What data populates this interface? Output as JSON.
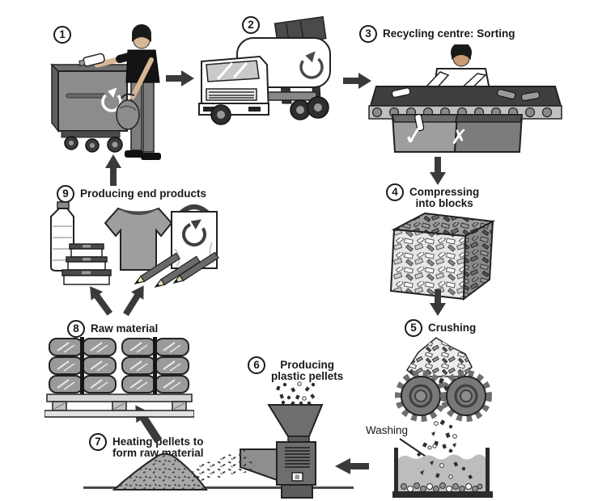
{
  "steps": [
    {
      "number": "1",
      "label": ""
    },
    {
      "number": "2",
      "label": ""
    },
    {
      "number": "3",
      "label": "Recycling centre: Sorting"
    },
    {
      "number": "4",
      "label": "Compressing\ninto blocks"
    },
    {
      "number": "5",
      "label": "Crushing"
    },
    {
      "number": "6",
      "label": "Producing\nplastic pellets"
    },
    {
      "number": "7",
      "label": "Heating pellets to\nform raw material"
    },
    {
      "number": "8",
      "label": "Raw material"
    },
    {
      "number": "9",
      "label": "Producing end products"
    }
  ],
  "annotations": {
    "washing": "Washing",
    "accept_symbol": "✓",
    "reject_symbol": "✗"
  },
  "colors": {
    "ink": "#1a1a1a",
    "arrow": "#3a3a3a",
    "background": "#ffffff"
  }
}
